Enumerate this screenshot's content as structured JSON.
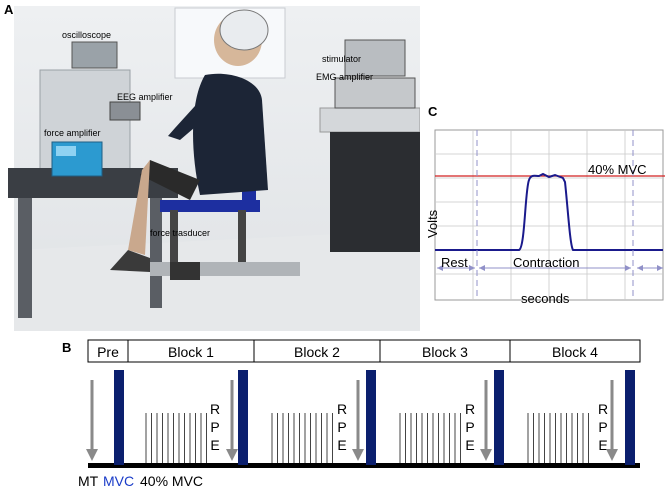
{
  "panels": {
    "a": "A",
    "b": "B",
    "c": "C"
  },
  "photo_labels": {
    "oscilloscope": "oscilloscope",
    "stimulator": "stimulator",
    "emg_amplifier": "EMG amplifier",
    "eeg_amplifier": "EEG amplifier",
    "force_amplifier": "force amplifier",
    "force_transducer": "force trasducer"
  },
  "scope": {
    "level_label": "40% MVC",
    "ylabel": "Volts",
    "xlabel": "seconds",
    "rest_label": "Rest",
    "contraction_label": "Contraction",
    "colors": {
      "signal": "#1a1a8c",
      "level": "#d22020",
      "grid": "#9a9a9a",
      "phase": "#9090c8"
    }
  },
  "protocol": {
    "headers": [
      "Pre",
      "Block 1",
      "Block 2",
      "Block 3",
      "Block 4"
    ],
    "rpe_letters": [
      "R",
      "P",
      "E"
    ],
    "mt_label": "MT",
    "mvc_label": "MVC",
    "mvc_task_label": "40% MVC",
    "colors": {
      "mvc_bar": "#0b1f6e",
      "arrow": "#8a8a8a",
      "mvc_text": "#1a3cc8"
    }
  }
}
